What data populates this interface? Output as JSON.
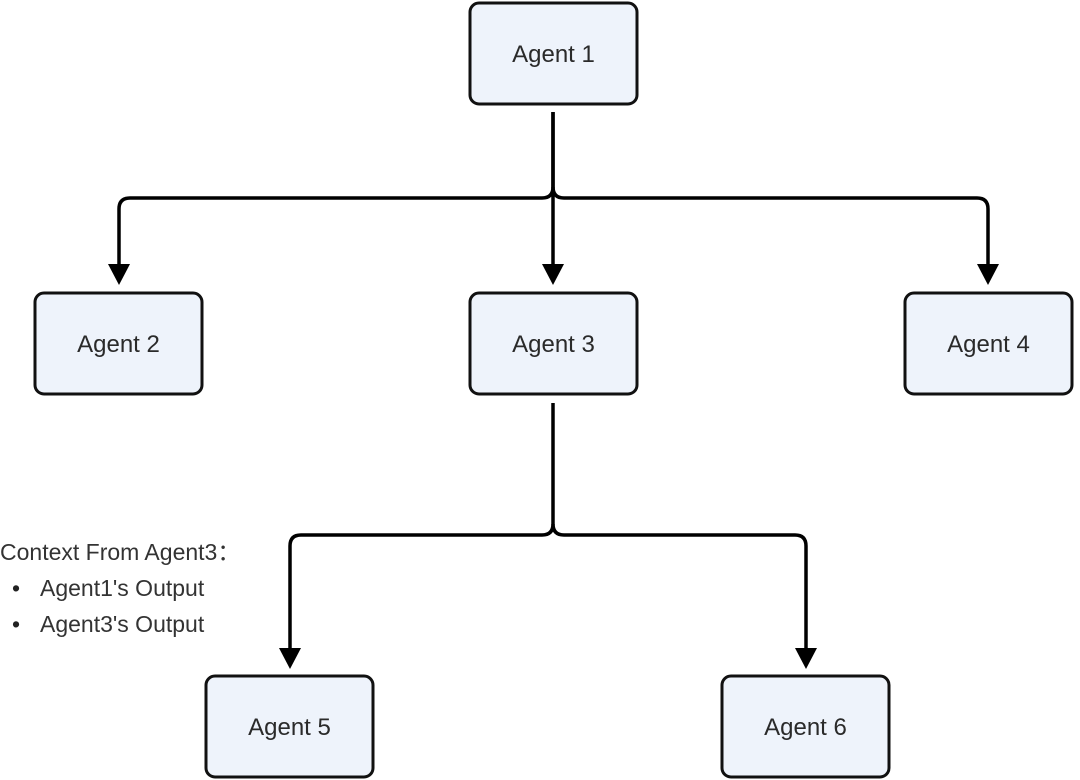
{
  "nodes": {
    "agent1": {
      "label": "Agent 1"
    },
    "agent2": {
      "label": "Agent 2"
    },
    "agent3": {
      "label": "Agent 3"
    },
    "agent4": {
      "label": "Agent 4"
    },
    "agent5": {
      "label": "Agent 5"
    },
    "agent6": {
      "label": "Agent 6"
    }
  },
  "edges": [
    {
      "from": "agent1",
      "to": "agent2"
    },
    {
      "from": "agent1",
      "to": "agent3"
    },
    {
      "from": "agent1",
      "to": "agent4"
    },
    {
      "from": "agent3",
      "to": "agent5"
    },
    {
      "from": "agent3",
      "to": "agent6"
    }
  ],
  "context_note": {
    "title": "Context From Agent3：",
    "items": [
      "Agent1's Output",
      "Agent3's Output"
    ]
  },
  "colors": {
    "node_fill": "#eef3fb",
    "node_stroke": "#111111",
    "connector": "#000000"
  }
}
